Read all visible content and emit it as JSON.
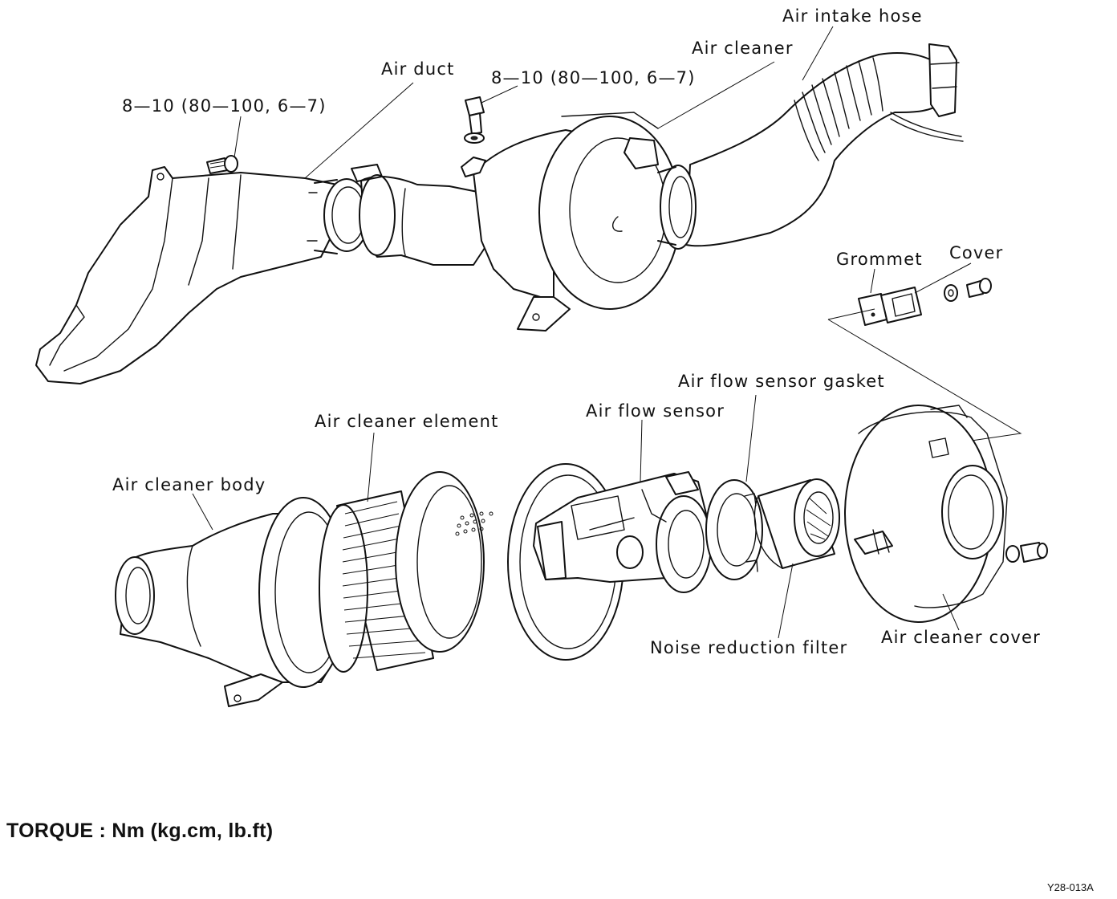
{
  "labels": {
    "air_intake_hose": "Air intake hose",
    "air_cleaner": "Air cleaner",
    "air_duct": "Air duct",
    "torque_duct": "8—10 (80—100, 6—7)",
    "torque_cleaner": "8—10 (80—100, 6—7)",
    "grommet": "Grommet",
    "cover": "Cover",
    "air_flow_sensor_gasket": "Air flow sensor gasket",
    "air_flow_sensor": "Air flow sensor",
    "air_cleaner_element": "Air cleaner element",
    "air_cleaner_body": "Air cleaner body",
    "noise_reduction_filter": "Noise reduction filter",
    "air_cleaner_cover": "Air cleaner cover"
  },
  "footer": {
    "torque_units": "TORQUE : Nm (kg.cm, lb.ft)",
    "figure_code": "Y28-013A"
  }
}
